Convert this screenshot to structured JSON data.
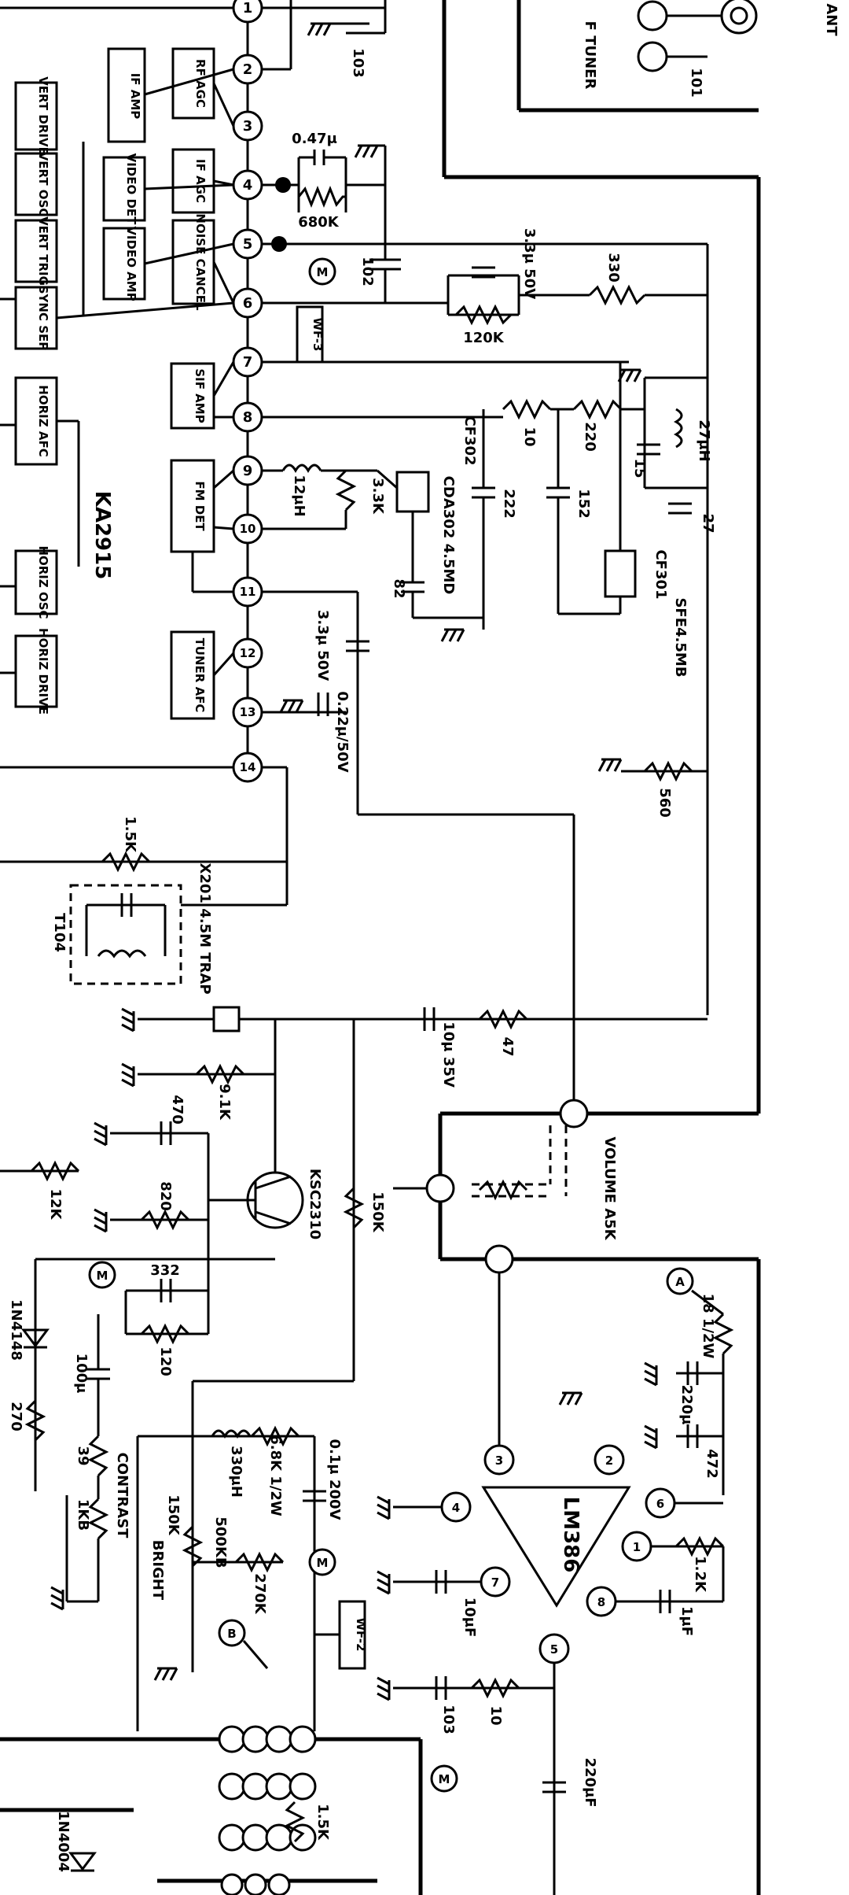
{
  "blocks": {
    "if_amp": "IF AMP",
    "rf_agc": "RF AGC",
    "if_agc": "IF AGC",
    "video_det": "VIDEO DET",
    "video_amp": "VIDEO AMP",
    "noise_cancel": "NOISE CANCEL",
    "sif_amp": "SIF AMP",
    "fm_det": "FM DET",
    "tuner_afc": "TUNER AFC",
    "vert_drive": "VERT DRIVE",
    "vert_osc": "VERT OSC",
    "vert_trig": "VERT TRIG",
    "sync_sep": "SYNC SEP",
    "horiz_afc": "HORIZ AFC",
    "horiz_osc": "HORIZ OSC",
    "horiz_drive": "HORIZ DRIVE",
    "tuner": "F TUNER",
    "ant": "ANT",
    "wf3": "WF-3",
    "wf2": "WF-2"
  },
  "ic_names": {
    "main": "KA2915",
    "audio": "LM386",
    "transistor": "KSC2310"
  },
  "ic_pins": [
    "1",
    "2",
    "3",
    "4",
    "5",
    "6",
    "7",
    "8",
    "9",
    "10",
    "11",
    "12",
    "13",
    "14"
  ],
  "lm386_pins": [
    "1",
    "2",
    "3",
    "4",
    "5",
    "6",
    "7",
    "8"
  ],
  "markers": {
    "m": "M",
    "a": "A",
    "b": "B"
  },
  "components": {
    "c103a": "103",
    "c101": "101",
    "c047": "0.47μ",
    "r680k": "680K",
    "c102": "102",
    "c33_50": "3.3μ 50V",
    "r120k": "120K",
    "r330": "330",
    "r10a": "10",
    "r220": "220",
    "cf302": "CF302",
    "c222": "222",
    "c152": "152",
    "c15": "15",
    "l27": "27μH",
    "c27": "27",
    "l12": "12μH",
    "r33k": "3.3K",
    "cda": "CDA302 4.5MD",
    "c82": "82",
    "cf301": "CF301",
    "sfe": "SFE4.5MB",
    "c33_50b": "3.3μ 50V",
    "c022": "0.22μ/50V",
    "r560": "560",
    "r15k": "1.5K",
    "x201": "X201 4.5M TRAP",
    "t104": "T104",
    "c10_35": "10μ 35V",
    "r47": "47",
    "r91k": "9.1K",
    "c470": "470",
    "r12k": "12K",
    "r820": "820",
    "r150k": "150K",
    "volume": "VOLUME A5K",
    "r18": "18 1/2W",
    "c220": "220μ",
    "c472": "472",
    "r12k2": "1.2K",
    "c1u": "1μF",
    "c10uf": "10μF",
    "c103b": "103",
    "r10b": "10",
    "c220uf": "220μF",
    "c332": "332",
    "r120": "120",
    "d1n4148": "1N4148",
    "r270": "270",
    "c100": "100μ",
    "r39": "39",
    "r1kb": "1KB",
    "contrast": "CONTRAST",
    "l330": "330μH",
    "r150k2": "150K",
    "r500kb": "500KB",
    "bright": "BRIGHT",
    "r68k": "6.8K 1/2W",
    "c01": "0.1μ 200V",
    "r270k": "270K",
    "r15k2": "1.5K",
    "d1n4004": "1N4004"
  }
}
